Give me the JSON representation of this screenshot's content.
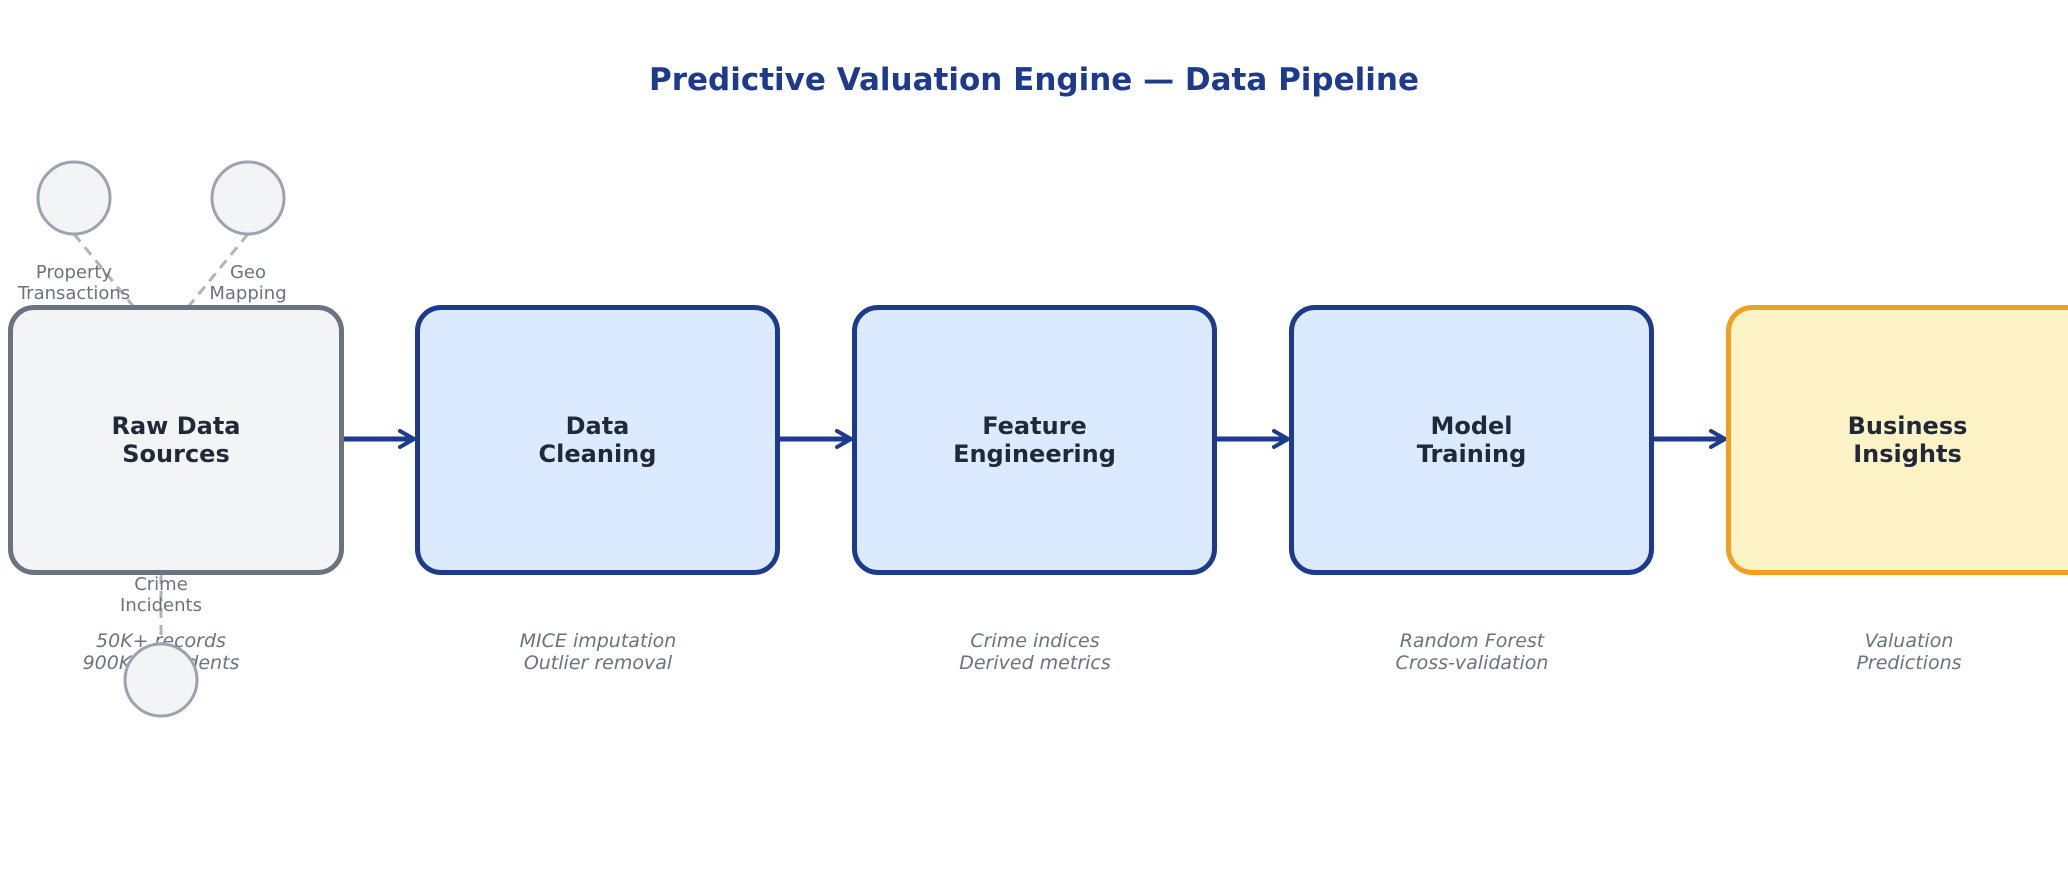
{
  "title": "Predictive Valuation Engine — Data Pipeline",
  "colors": {
    "primary": "#1e3a8a",
    "stage_fill": "#dbeafe",
    "raw_fill": "#f3f4f6",
    "raw_border": "#6b7280",
    "insight_fill": "#fef3c7",
    "insight_border": "#f0a020",
    "muted_text": "#6b7280",
    "connector": "#b0b4bb"
  },
  "stages": [
    {
      "id": "raw",
      "label": "Raw Data\nSources",
      "note": "50K+ records\n900K+ incidents"
    },
    {
      "id": "cleaning",
      "label": "Data\nCleaning",
      "note": "MICE imputation\nOutlier removal"
    },
    {
      "id": "features",
      "label": "Feature\nEngineering",
      "note": "Crime indices\nDerived metrics"
    },
    {
      "id": "training",
      "label": "Model\nTraining",
      "note": "Random Forest\nCross-validation"
    },
    {
      "id": "insights",
      "label": "Business\nInsights",
      "note": "Valuation\nPredictions"
    }
  ],
  "sources": [
    {
      "id": "property",
      "label": "Property\nTransactions"
    },
    {
      "id": "geo",
      "label": "Geo\nMapping"
    },
    {
      "id": "crime",
      "label": "Crime\nIncidents"
    }
  ]
}
